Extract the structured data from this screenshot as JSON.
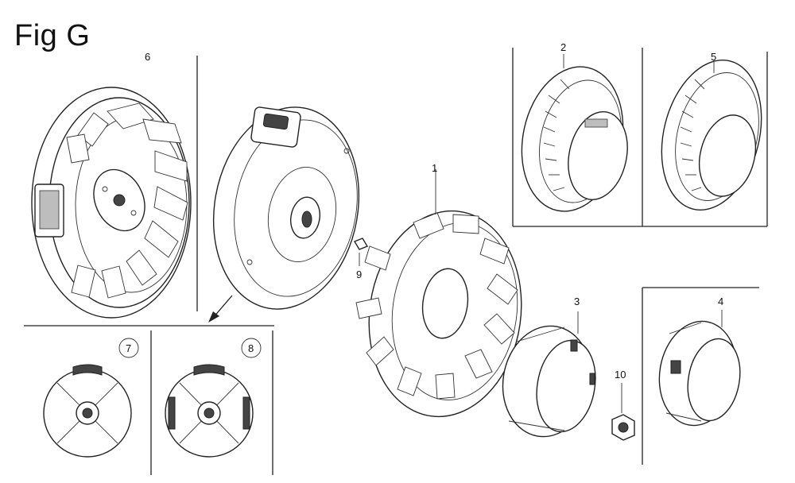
{
  "figure": {
    "title": "Fig G"
  },
  "callouts": [
    {
      "id": "6",
      "label": "6"
    },
    {
      "id": "2",
      "label": "2"
    },
    {
      "id": "5",
      "label": "5"
    },
    {
      "id": "1",
      "label": "1"
    },
    {
      "id": "9",
      "label": "9"
    },
    {
      "id": "3",
      "label": "3"
    },
    {
      "id": "4",
      "label": "4"
    },
    {
      "id": "10",
      "label": "10"
    },
    {
      "id": "7",
      "label": "7"
    },
    {
      "id": "8",
      "label": "8"
    }
  ],
  "colors": {
    "ink": "#222222",
    "background": "#ffffff",
    "shade": "#444444"
  }
}
